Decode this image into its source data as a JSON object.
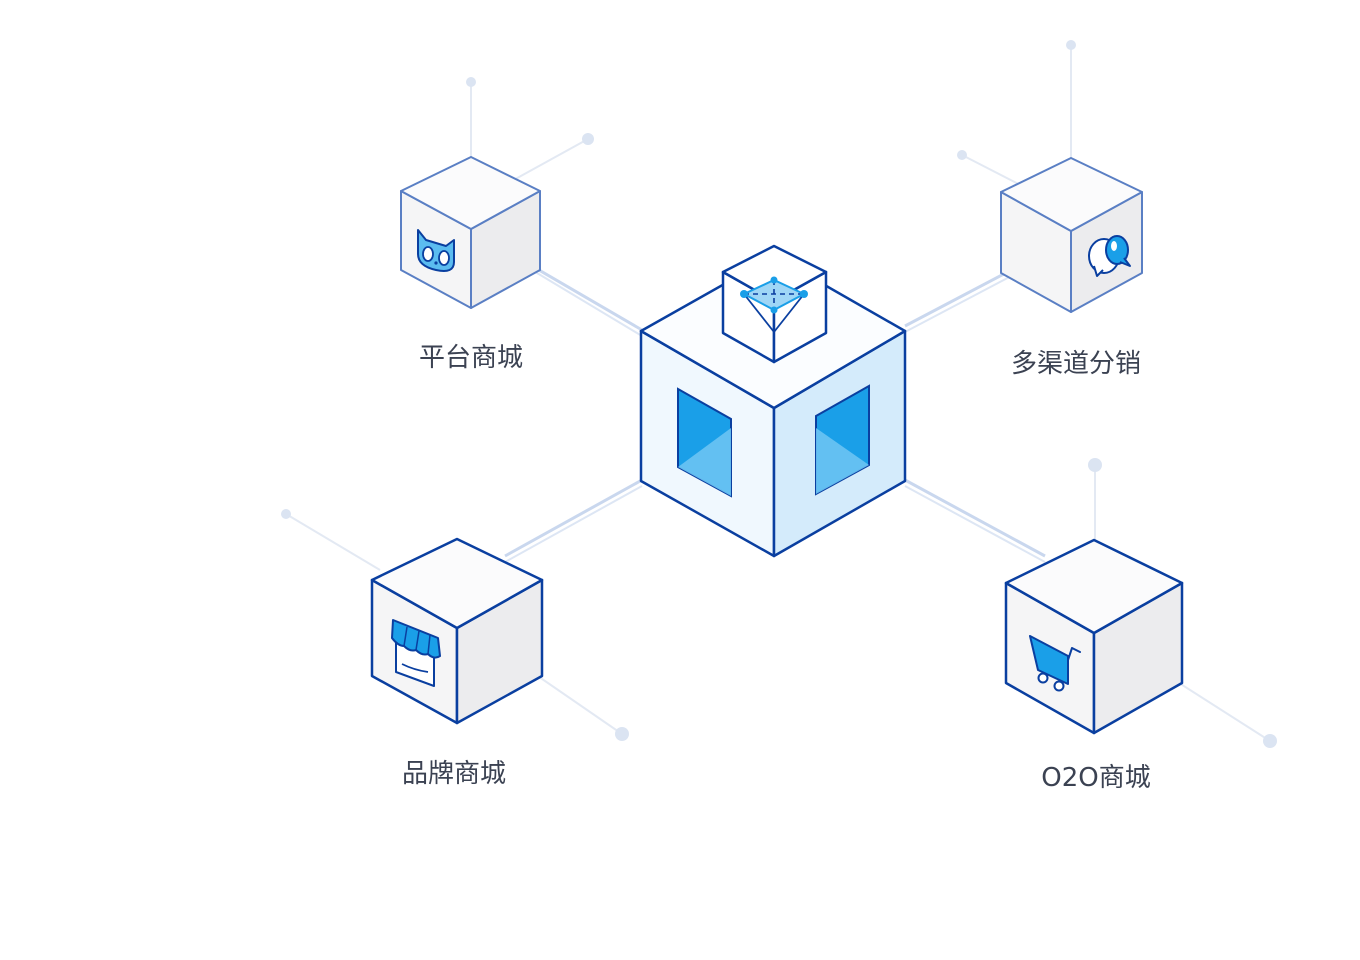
{
  "diagram": {
    "center_node": {
      "icon": "diamond-gem-icon"
    },
    "nodes": [
      {
        "id": "platform-mall",
        "label": "平台商城",
        "icon": "tmall-cat-icon"
      },
      {
        "id": "multichannel-distribution",
        "label": "多渠道分销",
        "icon": "chat-bubble-icon"
      },
      {
        "id": "brand-mall",
        "label": "品牌商城",
        "icon": "storefront-icon"
      },
      {
        "id": "o2o-mall",
        "label": "O2O商城",
        "icon": "shopping-cart-icon"
      }
    ]
  },
  "colors": {
    "outline": "#0a3fa0",
    "outline_light": "#5a7fc4",
    "accent": "#1a9fe8",
    "accent_light": "#5bbcf0",
    "face_left": "#f5f5f6",
    "face_right": "#ececee",
    "face_top": "#fbfbfc",
    "center_left": "#f0f8fe",
    "center_right": "#d4ebfb",
    "connector": "#c9d7ee"
  }
}
